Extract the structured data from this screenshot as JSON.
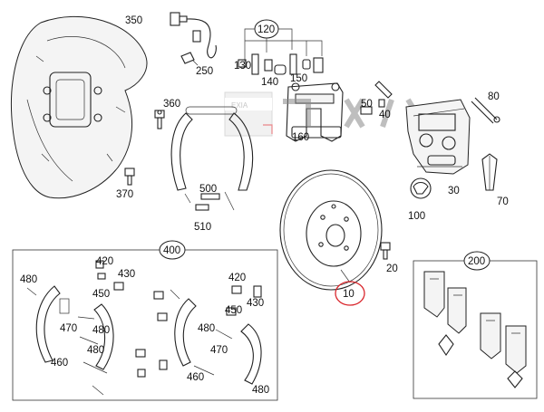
{
  "diagram": {
    "callouts": {
      "c350": "350",
      "c250": "250",
      "c120": "120",
      "c130": "130",
      "c140": "140",
      "c150": "150",
      "c160": "160",
      "c360": "360",
      "c370": "370",
      "c500": "500",
      "c510": "510",
      "c50": "50",
      "c40": "40",
      "c80": "80",
      "c30": "30",
      "c70": "70",
      "c100": "100",
      "c20": "20",
      "c10": "10",
      "c400": "400",
      "c200": "200",
      "k420a": "420",
      "k430a": "430",
      "k450a": "450",
      "k480a": "480",
      "k470a": "470",
      "k480b": "480",
      "k460a": "460",
      "k480c": "480",
      "k420b": "420",
      "k430b": "430",
      "k450b": "450",
      "k480d": "480",
      "k470b": "470",
      "k460b": "460",
      "k480e": "480"
    },
    "watermark_text": "EXIA",
    "highlight_color": "#d9262c",
    "line_color": "#222222"
  }
}
